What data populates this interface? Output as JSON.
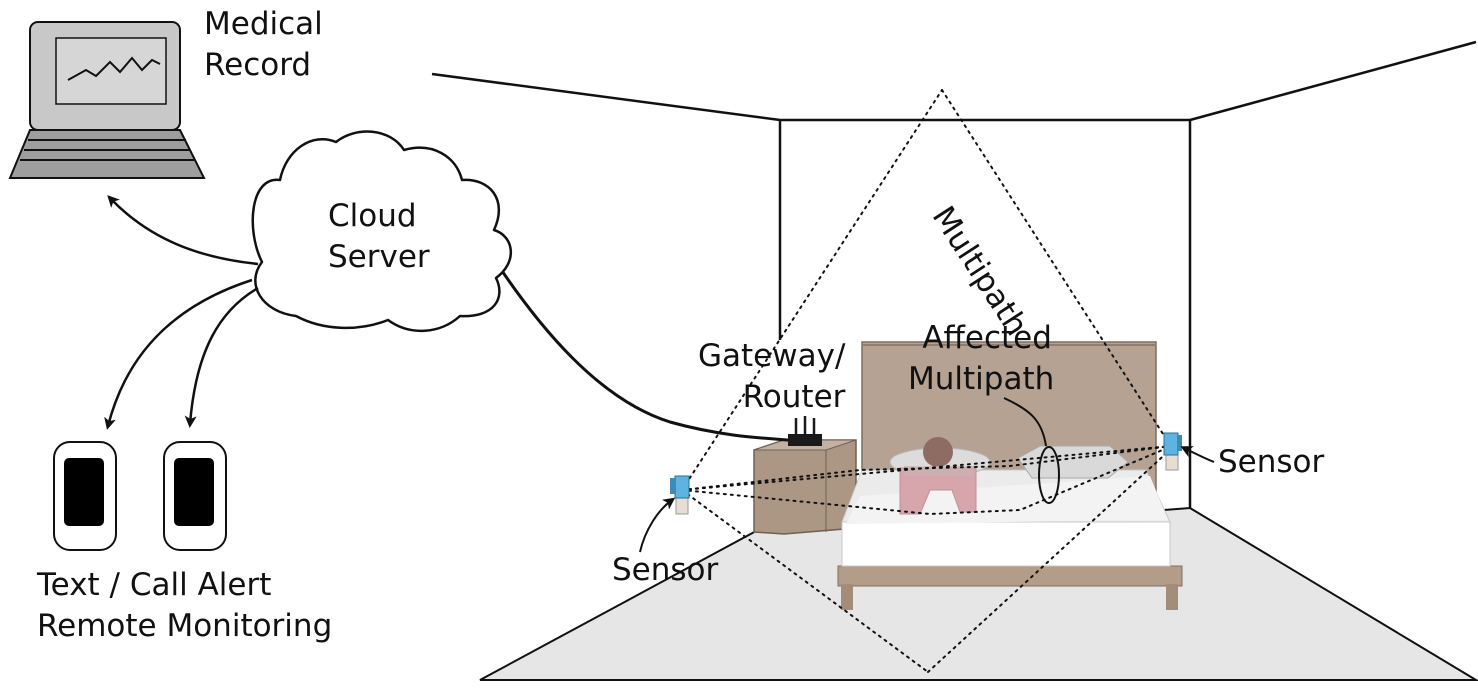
{
  "labels": {
    "medical_record": [
      "Medical",
      "Record"
    ],
    "cloud_server": [
      "Cloud",
      "Server"
    ],
    "alerts": [
      "Text / Call Alert",
      "Remote Monitoring"
    ],
    "gateway": [
      "Gateway/",
      "Router"
    ],
    "affected_multipath": [
      "Affected",
      "Multipath"
    ],
    "multipath": "Multipath",
    "sensor_left": "Sensor",
    "sensor_right": "Sensor"
  },
  "colors": {
    "laptop_body": "#c8c8c8",
    "laptop_screen": "#d6d6d6",
    "laptop_keyboard": "#9e9e9e",
    "headboard": "#b5a292",
    "nightstand": "#ac9784",
    "floor": "#e6e6e6",
    "mattress": "#ffffff",
    "bed_frame": "#b39d89",
    "blanket": "#ededed",
    "person_head": "#8e6c64",
    "person_body": "#d7a6ad",
    "pillow": "#d9d9d9",
    "sensor_blue": "#5fb3e0",
    "router": "#1a1a1a",
    "phone_screen": "#000000"
  },
  "icons": [
    "laptop-icon",
    "cloud-icon",
    "phone-icon",
    "router-icon",
    "sensor-icon"
  ]
}
